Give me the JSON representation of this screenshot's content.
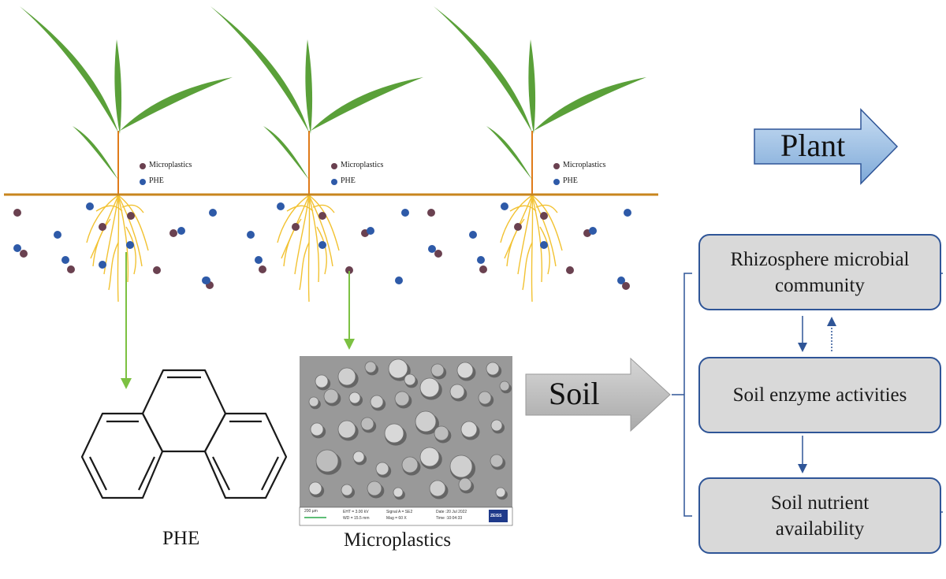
{
  "legend": {
    "microplastics": "Microplastics",
    "phe": "PHE"
  },
  "labels": {
    "phe": "PHE",
    "microplastics": "Microplastics",
    "soil": "Soil",
    "plant": "Plant"
  },
  "boxes": {
    "rhizosphere_line1": "Rhizosphere microbial",
    "rhizosphere_line2": "community",
    "enzyme": "Soil enzyme activities",
    "nutrient_line1": "Soil nutrient",
    "nutrient_line2": "availability"
  },
  "sem": {
    "scale": "200 µm",
    "col1": "EHT = 3.00 kV",
    "col1b": "WD = 15.5 mm",
    "col2": "Signal A = SE2",
    "col2b": "Mag = 60 X",
    "col3": "Date :20 Jul 2022",
    "col3b": "Time :10:04:33",
    "logo": "ZEISS"
  },
  "colors": {
    "leaf": "#5aa039",
    "stem": "#e07b1a",
    "ground": "#c8861e",
    "root": "#f2c232",
    "phe_particle": "#2e5aa8",
    "mp_particle": "#6a4150",
    "down_arrow": "#7cc142",
    "box_border": "#2f5597",
    "plant_arrow": "#9dc3e6",
    "soil_arrow": "#bfbfbf"
  }
}
